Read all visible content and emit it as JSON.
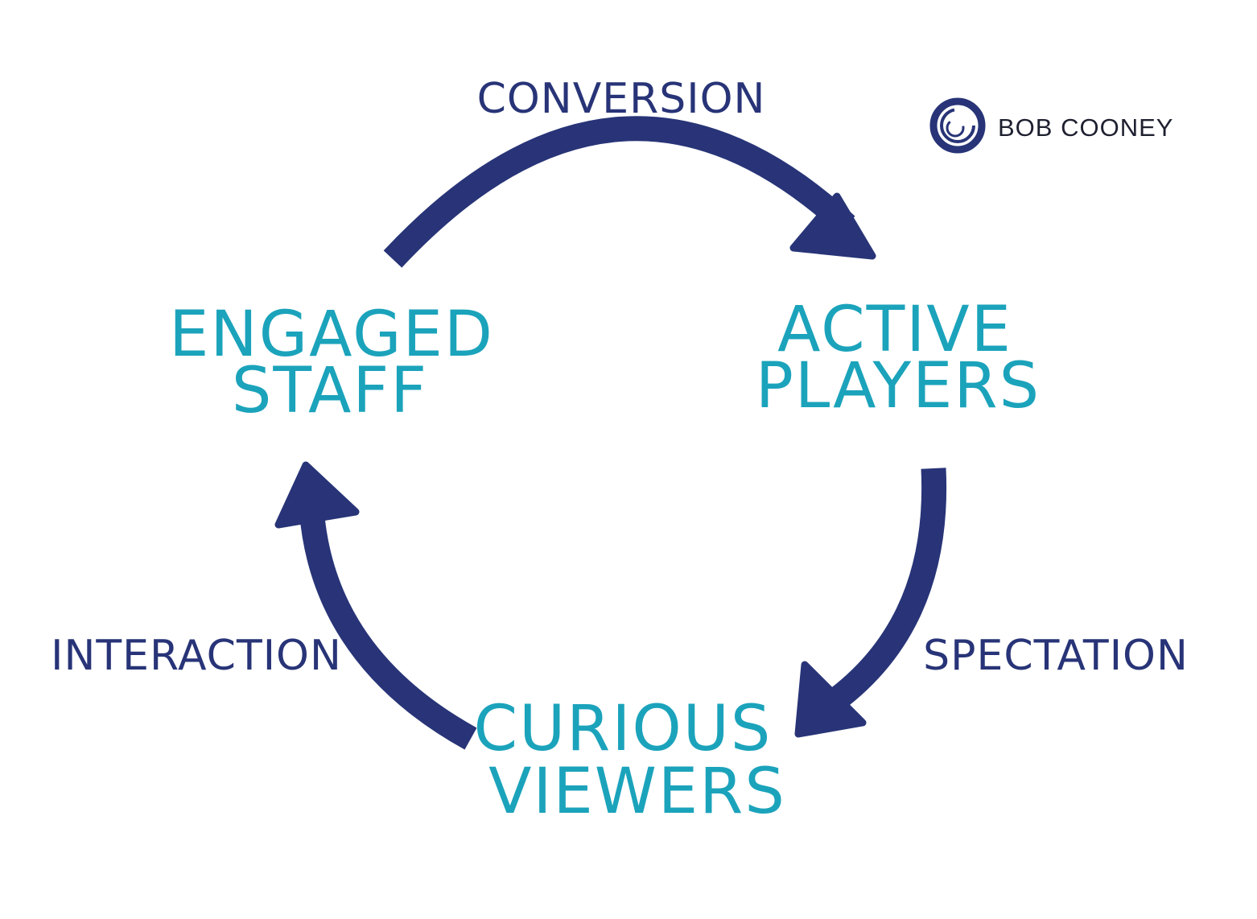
{
  "diagram": {
    "nodes": [
      {
        "id": "engaged-staff",
        "lines": [
          "ENGAGED",
          "STAFF"
        ]
      },
      {
        "id": "active-players",
        "lines": [
          "ACTIVE",
          "PLAYERS"
        ]
      },
      {
        "id": "curious-viewers",
        "lines": [
          "CURIOUS",
          "VIEWERS"
        ]
      }
    ],
    "edges": [
      {
        "from": "engaged-staff",
        "to": "active-players",
        "label": "CONVERSION"
      },
      {
        "from": "active-players",
        "to": "curious-viewers",
        "label": "SPECTATION"
      },
      {
        "from": "curious-viewers",
        "to": "engaged-staff",
        "label": "INTERACTION"
      }
    ]
  },
  "brand": {
    "name": "BOB COONEY",
    "logo_icon": "swirl-circle-icon"
  },
  "colors": {
    "arrow": "#283477",
    "node_text": "#1ba3bb",
    "edge_text": "#283477",
    "brand_text": "#1e2030"
  }
}
